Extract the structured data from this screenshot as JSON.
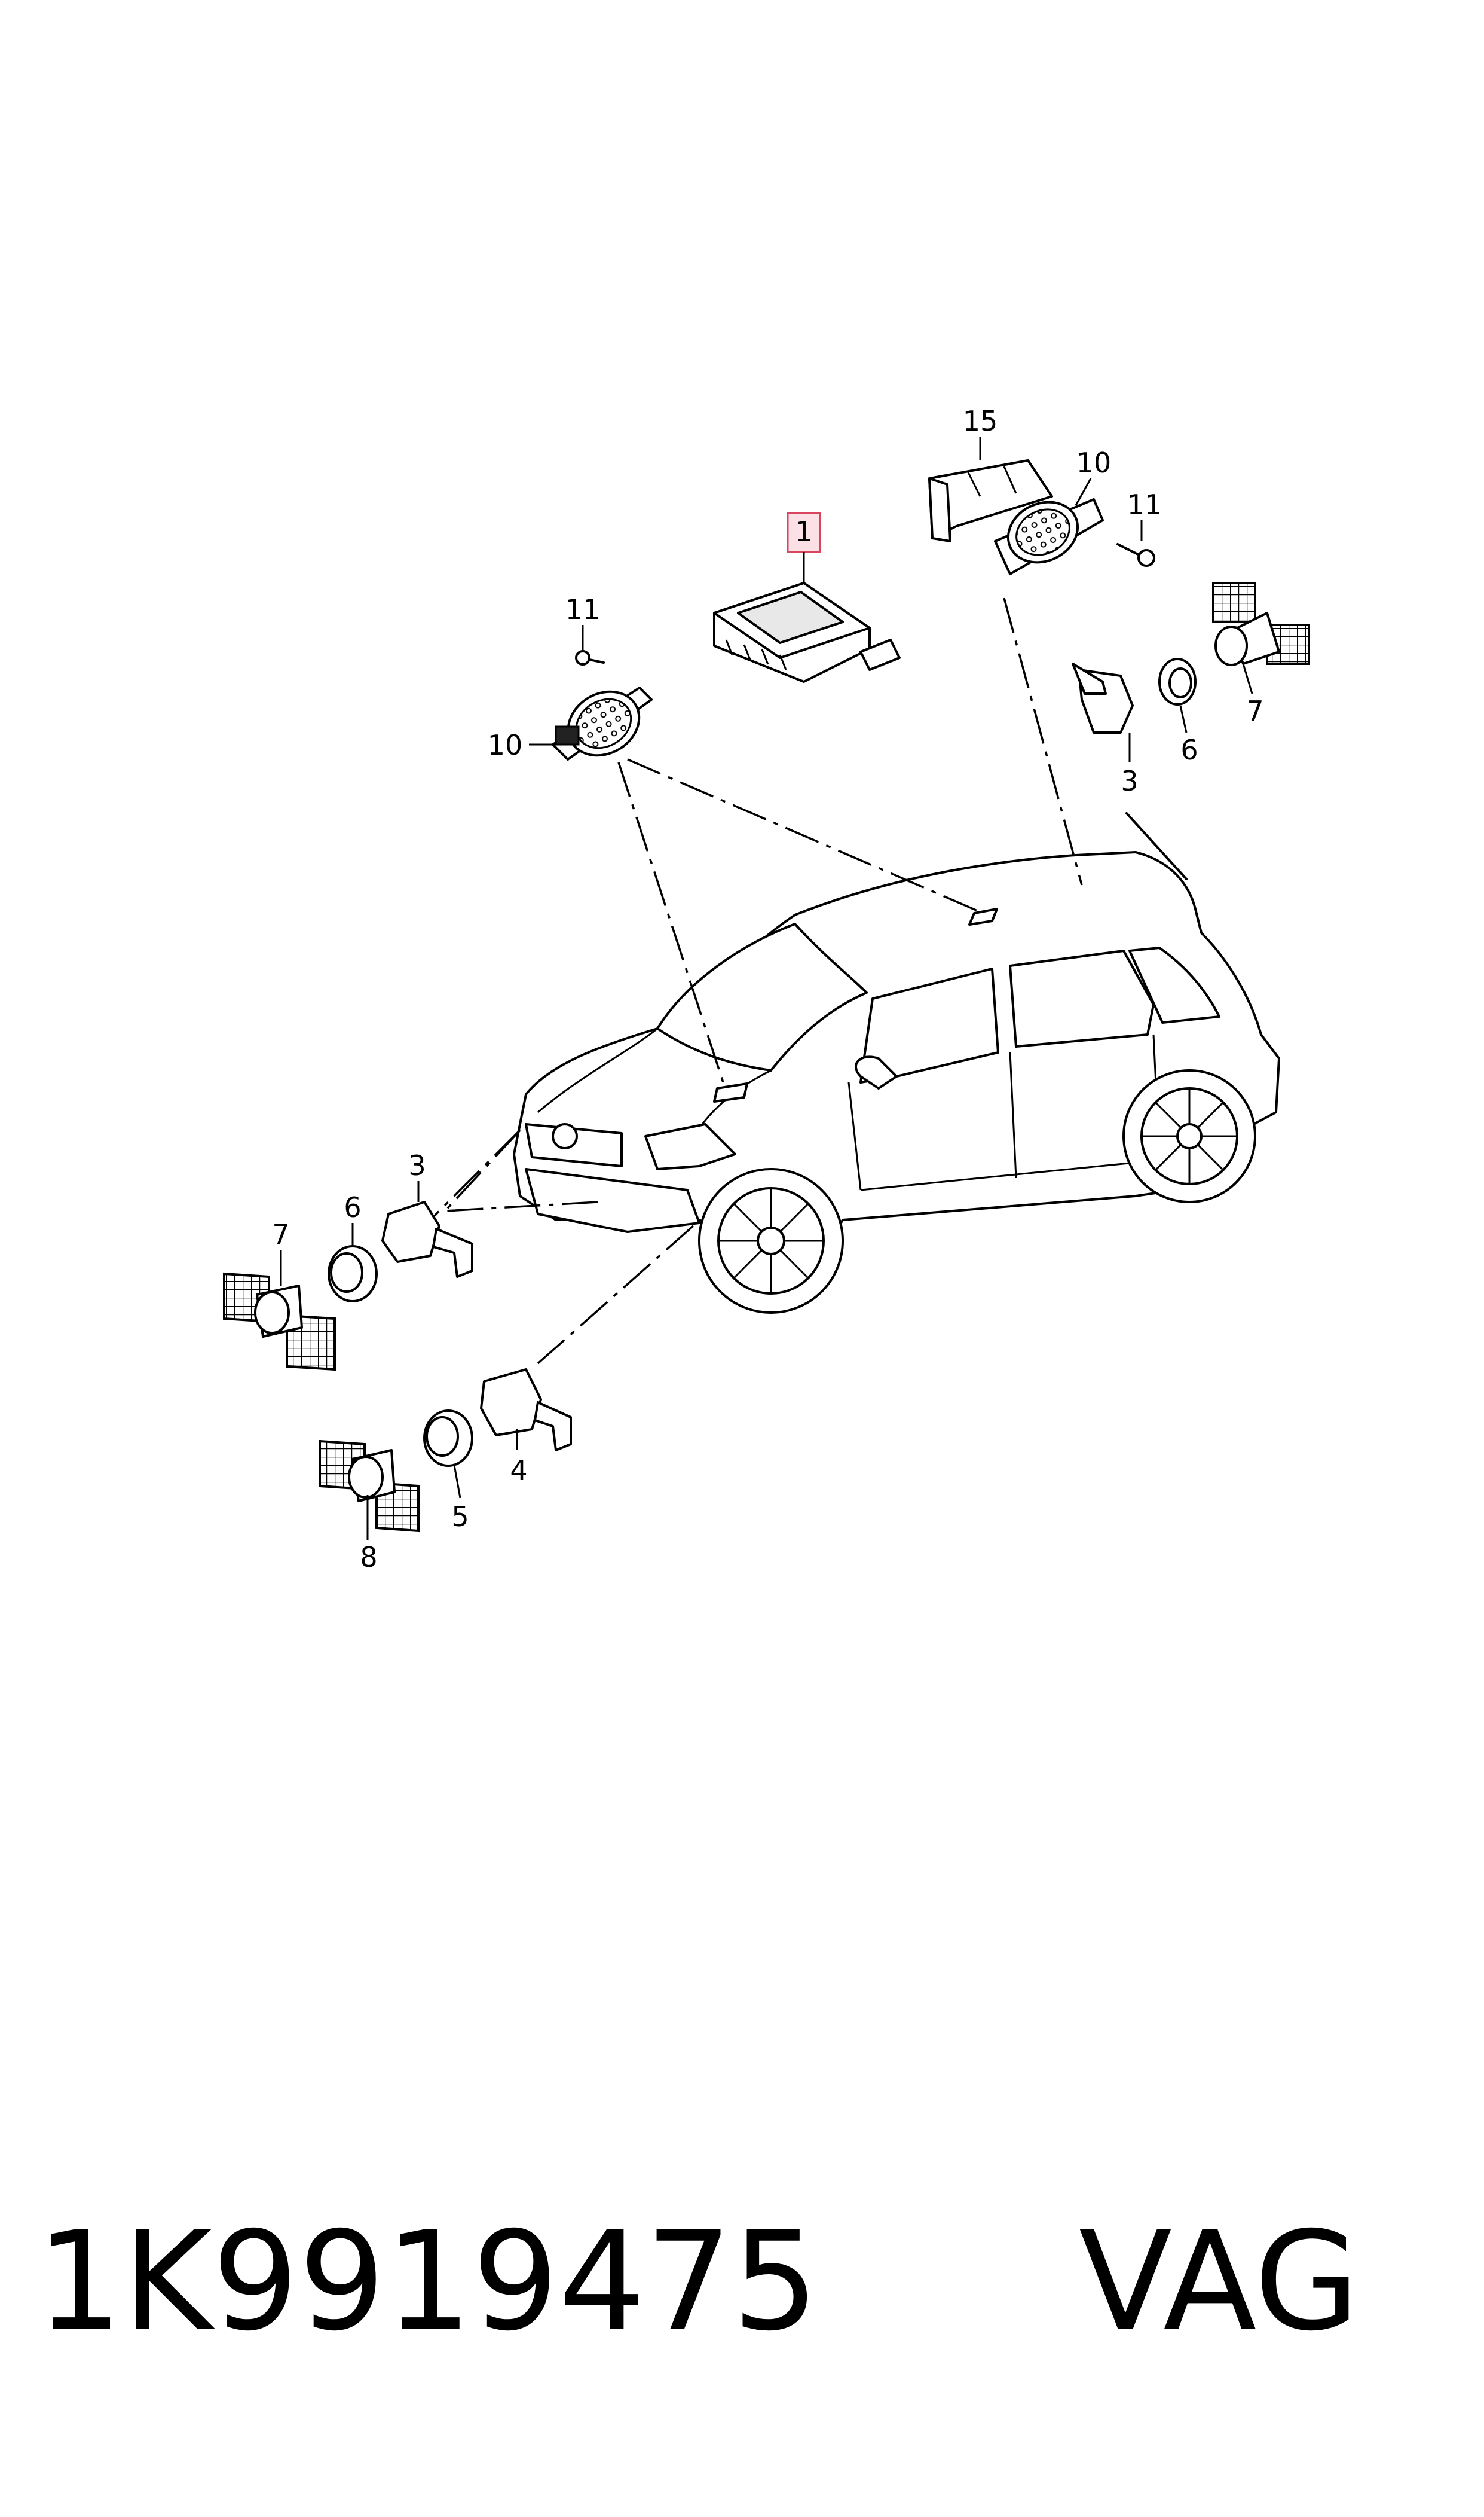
{
  "callouts": {
    "c1": "1",
    "c15": "15",
    "c10_top": "10",
    "c11_top": "11",
    "c11_left": "11",
    "c10_left": "10",
    "c7_right": "7",
    "c6_right": "6",
    "c3_right": "3",
    "c3_front": "3",
    "c6_front": "6",
    "c7_front": "7",
    "c4": "4",
    "c5": "5",
    "c8": "8"
  },
  "highlight_color": "#d9455f",
  "footer": {
    "part_number": "1K9919475",
    "brand": "VAG"
  }
}
